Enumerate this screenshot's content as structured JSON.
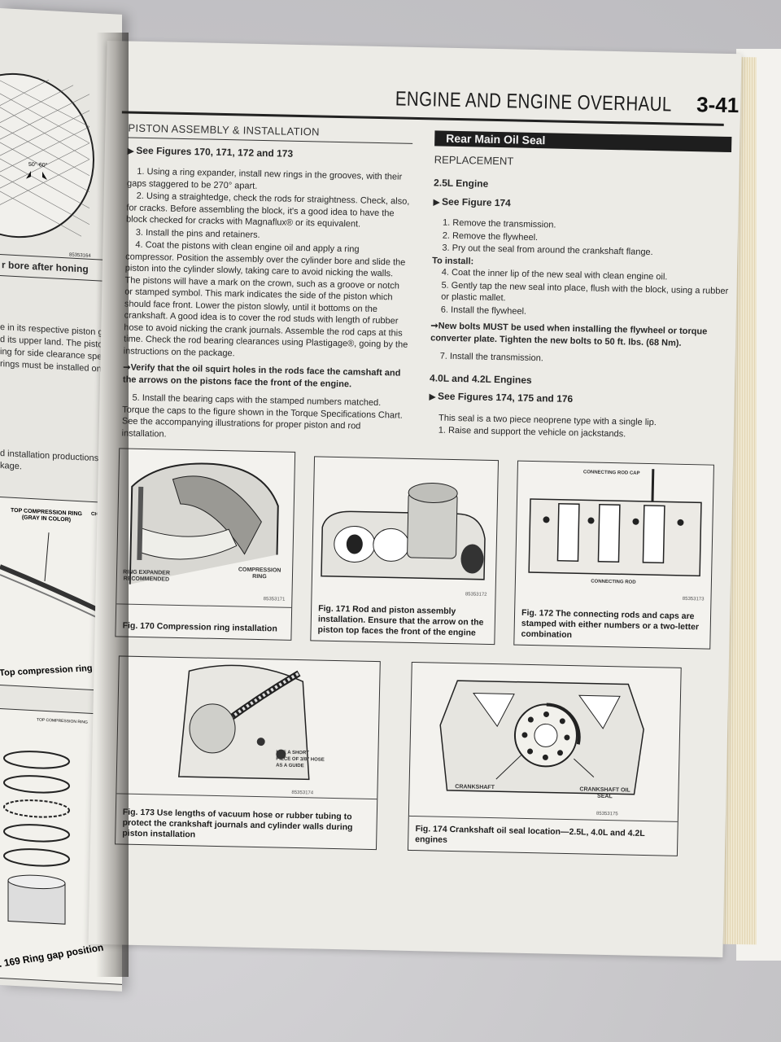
{
  "header": {
    "title": "ENGINE AND ENGINE OVERHAUL",
    "page_number": "3-41"
  },
  "left_column": {
    "section_title": "PISTON ASSEMBLY & INSTALLATION",
    "see_figures": "See Figures 170, 171, 172 and 173",
    "steps": [
      "1. Using a ring expander, install new rings in the grooves, with their gaps staggered to be 270° apart.",
      "2. Using a straightedge, check the rods for straightness. Check, also, for cracks. Before assembling the block, it's a good idea to have the block checked for cracks with Magnaflux® or its equivalent.",
      "3. Install the pins and retainers.",
      "4. Coat the pistons with clean engine oil and apply a ring compressor. Position the assembly over the cylinder bore and slide the piston into the cylinder slowly, taking care to avoid nicking the walls. The pistons will have a mark on the crown, such as a groove or notch or stamped symbol. This mark indicates the side of the piston which should face front. Lower the piston slowly, until it bottoms on the crankshaft. A good idea is to cover the rod studs with length of rubber hose to avoid nicking the crank journals. Assemble the rod caps at this time. Check the rod bearing clearances using Plastigage®, going by the instructions on the package."
    ],
    "note": "Verify that the oil squirt holes in the rods face the camshaft and the arrows on the pistons face the front of the engine.",
    "step5": "5. Install the bearing caps with the stamped numbers matched. Torque the caps to the figure shown in the Torque Specifications Chart. See the accompanying illustrations for proper piston and rod installation."
  },
  "right_column": {
    "banner": "Rear Main Oil Seal",
    "subhead": "REPLACEMENT",
    "engine1": "2.5L Engine",
    "see_fig1": "See Figure 174",
    "steps1": [
      "1. Remove the transmission.",
      "2. Remove the flywheel.",
      "3. Pry out the seal from around the crankshaft flange."
    ],
    "to_install": "To install:",
    "steps2": [
      "4. Coat the inner lip of the new seal with clean engine oil.",
      "5. Gently tap the new seal into place, flush with the block, using a rubber or plastic mallet.",
      "6. Install the flywheel."
    ],
    "note": "New bolts MUST be used when installing the flywheel or torque converter plate. Tighten the new bolts to 50 ft. lbs. (68 Nm).",
    "step7": "7. Install the transmission.",
    "engine2": "4.0L and 4.2L Engines",
    "see_fig2": "See Figures 174, 175 and 176",
    "intro2": "This seal is a two piece neoprene type with a single lip.",
    "step2_1": "1. Raise and support the vehicle on jackstands."
  },
  "figures": {
    "fig170": {
      "caption": "Fig. 170 Compression ring installation",
      "code": "85353171",
      "label1": "RING EXPANDER RECOMMENDED",
      "label2": "COMPRESSION RING"
    },
    "fig171": {
      "caption": "Fig. 171 Rod and piston assembly installation. Ensure that the arrow on the piston top faces the front of the engine",
      "code": "85353172"
    },
    "fig172": {
      "caption": "Fig. 172 The connecting rods and caps are stamped with either numbers or a two-letter combination",
      "code": "85353173",
      "label1": "CONNECTING ROD CAP",
      "label2": "CONNECTING ROD"
    },
    "fig173": {
      "caption": "Fig. 173 Use lengths of vacuum hose or rubber tubing to protect the crankshaft journals and cylinder walls during piston installation",
      "code": "85353174",
      "label1": "USE A SHORT PIECE OF 3/8\" HOSE AS A GUIDE"
    },
    "fig174": {
      "caption": "Fig. 174 Crankshaft oil seal location—2.5L, 4.0L and 4.2L engines",
      "code": "85353175",
      "label1": "CRANKSHAFT",
      "label2": "CRANKSHAFT OIL SEAL"
    }
  },
  "left_page": {
    "code1": "85353164",
    "bore_caption": "r bore after honing",
    "lines": [
      "e in its respective piston groove",
      "d its upper land. The piston",
      "ing for side clearance specifica",
      "rings must be installed on the"
    ],
    "lines2": [
      "d installation productions, refer to",
      "kage."
    ],
    "ring_label": "TOP COMPRESSION RING (GRAY IN COLOR)",
    "chamfer": "CHAMFER",
    "top_ring_caption": "Top compression ring identification",
    "small_label": "TOP COMPRESSION RING",
    "fig169_caption": ". 169 Ring gap position",
    "angle": "50°-60°"
  }
}
